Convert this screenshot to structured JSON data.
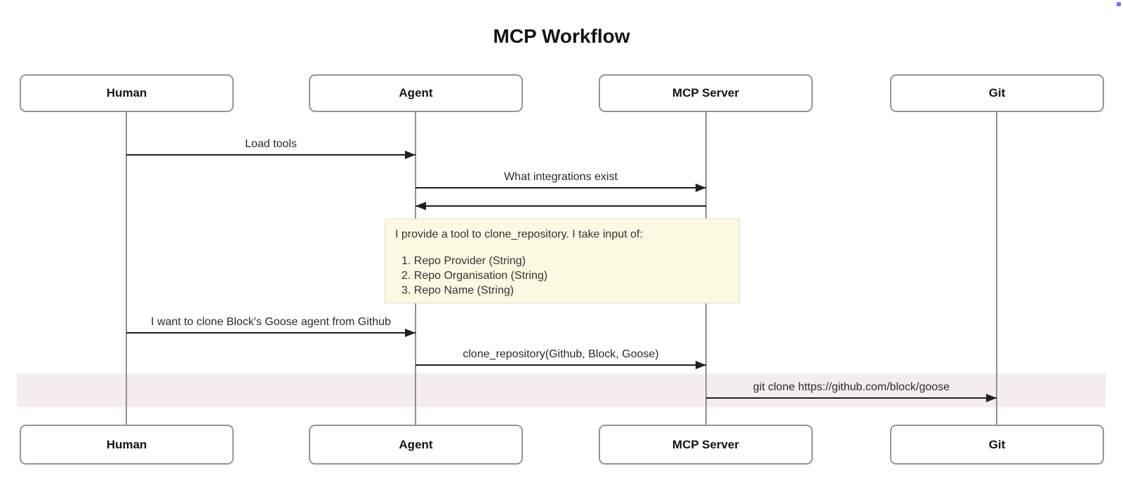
{
  "title": "MCP Workflow",
  "participants": [
    {
      "name": "Human"
    },
    {
      "name": "Agent"
    },
    {
      "name": "MCP Server"
    },
    {
      "name": "Git"
    }
  ],
  "messages": [
    {
      "label": "Load tools",
      "from": "Human",
      "to": "Agent"
    },
    {
      "label": "What integrations exist",
      "from": "Agent",
      "to": "MCP Server"
    },
    {
      "label": "",
      "from": "MCP Server",
      "to": "Agent"
    },
    {
      "label": "I want to clone Block's Goose agent from Github",
      "from": "Human",
      "to": "Agent"
    },
    {
      "label": "clone_repository(Github, Block, Goose)",
      "from": "Agent",
      "to": "MCP Server"
    },
    {
      "label": "git clone https://github.com/block/goose",
      "from": "MCP Server",
      "to": "Git"
    }
  ],
  "note": {
    "intro": "I provide a tool to clone_repository. I take input of:",
    "items": [
      "1. Repo Provider (String)",
      "2. Repo Organisation (String)",
      "3. Repo Name (String)"
    ]
  },
  "colors": {
    "note_background": "#fcf9e3",
    "note_border": "#e3dfc6",
    "highlight_band_background": "#f5ecf2",
    "arrow_line": "#1f1f1f",
    "lifeline_gray": "#8f8f8f",
    "actor_border_gray": "#949494",
    "cursor_dot": "#7b6cf0"
  }
}
